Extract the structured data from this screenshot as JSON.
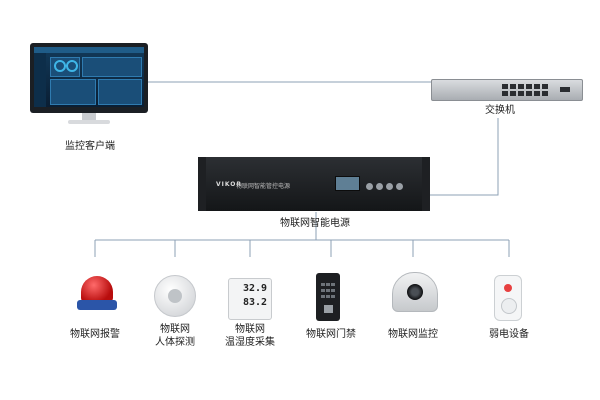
{
  "colors": {
    "line": "#8ca1b6",
    "background": "#ffffff"
  },
  "nodes": {
    "monitor": {
      "label": "监控客户端",
      "icon": "monitor-icon"
    },
    "switch": {
      "label": "交换机",
      "icon": "network-switch-icon"
    },
    "power": {
      "label": "物联网智能电源",
      "brand": "VIKOR",
      "panel_text": "物联网智能管控电源",
      "icon": "power-unit-icon"
    }
  },
  "devices": [
    {
      "label": "物联网报警",
      "icon": "alarm-light-icon"
    },
    {
      "label": "物联网\n人体探测",
      "icon": "motion-sensor-icon"
    },
    {
      "label": "物联网\n温湿度采集",
      "icon": "thermo-hygrometer-icon",
      "readings": [
        "32.9",
        "83.2"
      ]
    },
    {
      "label": "物联网门禁",
      "icon": "access-control-icon"
    },
    {
      "label": "物联网监控",
      "icon": "dome-camera-icon"
    },
    {
      "label": "弱电设备",
      "icon": "electrical-device-icon"
    }
  ]
}
